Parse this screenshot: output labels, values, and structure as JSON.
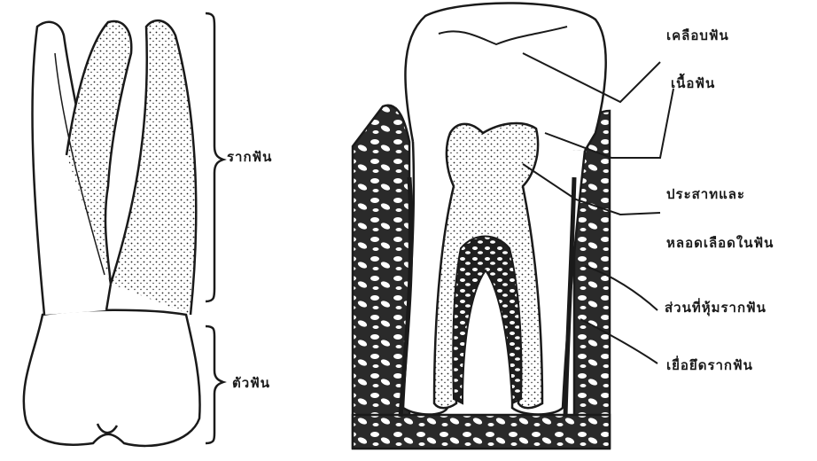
{
  "diagram": {
    "left_tooth": {
      "brace_root_label": "รากฟัน",
      "brace_crown_label": "ตัวฟัน"
    },
    "right_tooth": {
      "labels": {
        "enamel": "เคลือบฟัน",
        "dentin": "เนื้อฟัน",
        "pulp_line1": "ประสาทและ",
        "pulp_line2": "หลอดเลือดในฟัน",
        "cementum": "ส่วนที่หุ้มรากฟัน",
        "periodontal": "เยื่อยึดรากฟัน"
      }
    },
    "colors": {
      "ink": "#1a1a1a",
      "paper": "#ffffff"
    }
  }
}
